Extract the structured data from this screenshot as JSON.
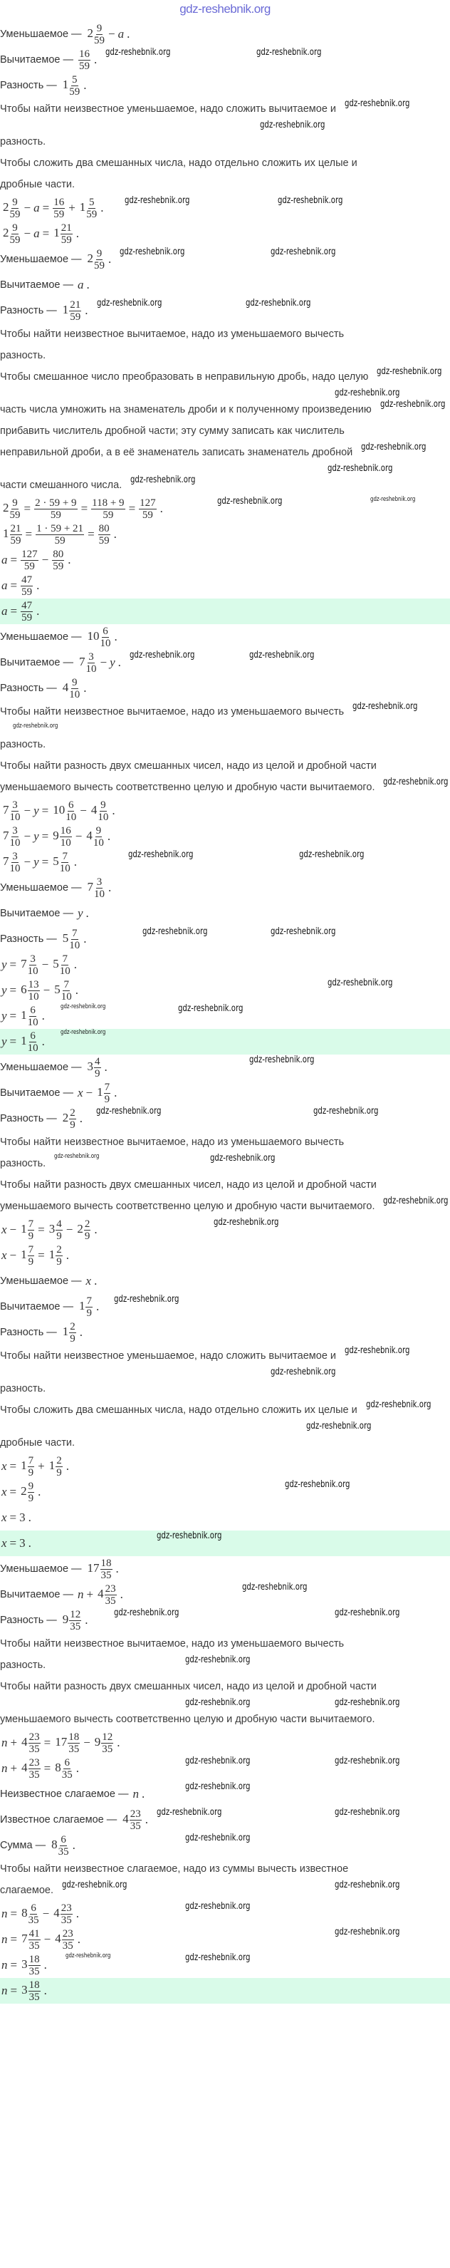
{
  "header": {
    "logo": "gdz-reshebnik.org"
  },
  "watermark": "gdz-reshebnik.org",
  "doc": {
    "lines": [
      {
        "k": "math",
        "label": "Уменьшаемое —",
        "m": [
          [
            2,
            9,
            59
          ],
          "−",
          "a",
          "."
        ]
      },
      {
        "k": "math",
        "label": "Вычитаемое —",
        "m": [
          [
            "",
            16,
            59
          ],
          "."
        ]
      },
      {
        "k": "math",
        "label": "Разность —",
        "m": [
          [
            1,
            5,
            59
          ],
          "."
        ]
      },
      {
        "k": "prose",
        "t": "Чтобы найти неизвестное уменьшаемое, надо сложить вычитаемое и"
      },
      {
        "k": "prose",
        "t": "разность."
      },
      {
        "k": "prose",
        "t": "Чтобы сложить два смешанных числа, надо отдельно сложить их целые и"
      },
      {
        "k": "prose",
        "t": "дробные части."
      },
      {
        "k": "math",
        "m": [
          [
            2,
            9,
            59
          ],
          "−",
          "a",
          "=",
          [
            "",
            16,
            59
          ],
          "+",
          [
            1,
            5,
            59
          ],
          "."
        ]
      },
      {
        "k": "math",
        "m": [
          [
            2,
            9,
            59
          ],
          "−",
          "a",
          "=",
          [
            1,
            21,
            59
          ],
          "."
        ]
      },
      {
        "k": "math",
        "label": "Уменьшаемое —",
        "m": [
          [
            2,
            9,
            59
          ],
          "."
        ]
      },
      {
        "k": "math",
        "label": "Вычитаемое —",
        "m": [
          "a",
          "."
        ]
      },
      {
        "k": "math",
        "label": "Разность —",
        "m": [
          [
            1,
            21,
            59
          ],
          "."
        ]
      },
      {
        "k": "prose",
        "t": "Чтобы найти неизвестное вычитаемое, надо из уменьшаемого вычесть"
      },
      {
        "k": "prose",
        "t": "разность."
      },
      {
        "k": "prose",
        "t": "Чтобы смешанное число преобразовать в неправильную дробь, надо целую"
      },
      {
        "k": "prose",
        "t": "часть числа умножить на знаменатель дроби и к полученному произведению"
      },
      {
        "k": "prose",
        "t": "прибавить числитель дробной части; эту сумму записать как числитель"
      },
      {
        "k": "prose",
        "t": "неправильной дроби, а в её знаменатель записать знаменатель дробной"
      },
      {
        "k": "prose",
        "t": "части смешанного числа."
      },
      {
        "k": "math",
        "m": [
          [
            2,
            9,
            59
          ],
          "=",
          [
            "",
            "2 · 59 + 9",
            "59"
          ],
          "=",
          [
            "",
            "118 + 9",
            "59"
          ],
          "=",
          [
            "",
            127,
            59
          ],
          "."
        ]
      },
      {
        "k": "math",
        "m": [
          [
            1,
            21,
            59
          ],
          "=",
          [
            "",
            "1 · 59 + 21",
            "59"
          ],
          "=",
          [
            "",
            80,
            59
          ],
          "."
        ]
      },
      {
        "k": "math",
        "m": [
          "a",
          "=",
          [
            "",
            127,
            59
          ],
          "−",
          [
            "",
            80,
            59
          ],
          "."
        ]
      },
      {
        "k": "math",
        "m": [
          "a",
          "=",
          [
            "",
            47,
            59
          ],
          "."
        ]
      },
      {
        "k": "math",
        "hl": true,
        "m": [
          "a",
          "=",
          [
            "",
            47,
            59
          ],
          "."
        ]
      },
      {
        "k": "math",
        "label": "Уменьшаемое —",
        "m": [
          [
            10,
            6,
            10
          ],
          "."
        ]
      },
      {
        "k": "math",
        "label": "Вычитаемое —",
        "m": [
          [
            7,
            3,
            10
          ],
          "−",
          "y",
          "."
        ]
      },
      {
        "k": "math",
        "label": "Разность —",
        "m": [
          [
            4,
            9,
            10
          ],
          "."
        ]
      },
      {
        "k": "prose",
        "t": "Чтобы найти неизвестное вычитаемое, надо из уменьшаемого вычесть"
      },
      {
        "k": "prose",
        "t": "разность."
      },
      {
        "k": "prose",
        "t": "Чтобы найти разность двух смешанных чисел, надо из целой и дробной части"
      },
      {
        "k": "prose",
        "t": "уменьшаемого вычесть соответственно целую и дробную части вычитаемого."
      },
      {
        "k": "math",
        "m": [
          [
            7,
            3,
            10
          ],
          "−",
          "y",
          "=",
          [
            10,
            6,
            10
          ],
          "−",
          [
            4,
            9,
            10
          ],
          "."
        ]
      },
      {
        "k": "math",
        "m": [
          [
            7,
            3,
            10
          ],
          "−",
          "y",
          "=",
          [
            9,
            16,
            10
          ],
          "−",
          [
            4,
            9,
            10
          ],
          "."
        ]
      },
      {
        "k": "math",
        "m": [
          [
            7,
            3,
            10
          ],
          "−",
          "y",
          "=",
          [
            5,
            7,
            10
          ],
          "."
        ]
      },
      {
        "k": "math",
        "label": "Уменьшаемое —",
        "m": [
          [
            7,
            3,
            10
          ],
          "."
        ]
      },
      {
        "k": "math",
        "label": "Вычитаемое —",
        "m": [
          "y",
          "."
        ]
      },
      {
        "k": "math",
        "label": "Разность —",
        "m": [
          [
            5,
            7,
            10
          ],
          "."
        ]
      },
      {
        "k": "math",
        "m": [
          "y",
          "=",
          [
            7,
            3,
            10
          ],
          "−",
          [
            5,
            7,
            10
          ],
          "."
        ]
      },
      {
        "k": "math",
        "m": [
          "y",
          "=",
          [
            6,
            13,
            10
          ],
          "−",
          [
            5,
            7,
            10
          ],
          "."
        ]
      },
      {
        "k": "math",
        "m": [
          "y",
          "=",
          [
            1,
            6,
            10
          ],
          "."
        ]
      },
      {
        "k": "math",
        "hl": true,
        "m": [
          "y",
          "=",
          [
            1,
            6,
            10
          ],
          "."
        ]
      },
      {
        "k": "math",
        "label": "Уменьшаемое —",
        "m": [
          [
            3,
            4,
            9
          ],
          "."
        ]
      },
      {
        "k": "math",
        "label": "Вычитаемое —",
        "m": [
          "x",
          "−",
          [
            1,
            7,
            9
          ],
          "."
        ]
      },
      {
        "k": "math",
        "label": "Разность —",
        "m": [
          [
            2,
            2,
            9
          ],
          "."
        ]
      },
      {
        "k": "prose",
        "t": "Чтобы найти неизвестное вычитаемое, надо из уменьшаемого вычесть"
      },
      {
        "k": "prose",
        "t": "разность."
      },
      {
        "k": "prose",
        "t": "Чтобы найти разность двух смешанных чисел, надо из целой и дробной части"
      },
      {
        "k": "prose",
        "t": "уменьшаемого вычесть соответственно целую и дробную части вычитаемого."
      },
      {
        "k": "math",
        "m": [
          "x",
          "−",
          [
            1,
            7,
            9
          ],
          "=",
          [
            3,
            4,
            9
          ],
          "−",
          [
            2,
            2,
            9
          ],
          "."
        ]
      },
      {
        "k": "math",
        "m": [
          "x",
          "−",
          [
            1,
            7,
            9
          ],
          "=",
          [
            1,
            2,
            9
          ],
          "."
        ]
      },
      {
        "k": "math",
        "label": "Уменьшаемое —",
        "m": [
          "x",
          "."
        ]
      },
      {
        "k": "math",
        "label": "Вычитаемое —",
        "m": [
          [
            1,
            7,
            9
          ],
          "."
        ]
      },
      {
        "k": "math",
        "label": "Разность —",
        "m": [
          [
            1,
            2,
            9
          ],
          "."
        ]
      },
      {
        "k": "prose",
        "t": "Чтобы найти неизвестное уменьшаемое, надо сложить вычитаемое и"
      },
      {
        "k": "prose",
        "t": "разность."
      },
      {
        "k": "prose",
        "t": "Чтобы сложить два смешанных числа, надо отдельно сложить их целые и"
      },
      {
        "k": "prose",
        "t": "дробные части."
      },
      {
        "k": "math",
        "m": [
          "x",
          "=",
          [
            1,
            7,
            9
          ],
          "+",
          [
            1,
            2,
            9
          ],
          "."
        ]
      },
      {
        "k": "math",
        "m": [
          "x",
          "=",
          [
            2,
            9,
            9
          ],
          "."
        ]
      },
      {
        "k": "math",
        "m": [
          "x",
          "=",
          "3",
          "."
        ]
      },
      {
        "k": "math",
        "hl": true,
        "m": [
          "x",
          "=",
          "3",
          "."
        ]
      },
      {
        "k": "math",
        "label": "Уменьшаемое —",
        "m": [
          [
            17,
            18,
            35
          ],
          "."
        ]
      },
      {
        "k": "math",
        "label": "Вычитаемое —",
        "m": [
          "n",
          "+",
          [
            4,
            23,
            35
          ],
          "."
        ]
      },
      {
        "k": "math",
        "label": "Разность —",
        "m": [
          [
            9,
            12,
            35
          ],
          "."
        ]
      },
      {
        "k": "prose",
        "t": "Чтобы найти неизвестное вычитаемое, надо из уменьшаемого вычесть"
      },
      {
        "k": "prose",
        "t": "разность."
      },
      {
        "k": "prose",
        "t": "Чтобы найти разность двух смешанных чисел, надо из целой и дробной части"
      },
      {
        "k": "prose",
        "t": "уменьшаемого вычесть соответственно целую и дробную части вычитаемого."
      },
      {
        "k": "math",
        "m": [
          "n",
          "+",
          [
            4,
            23,
            35
          ],
          "=",
          [
            17,
            18,
            35
          ],
          "−",
          [
            9,
            12,
            35
          ],
          "."
        ]
      },
      {
        "k": "math",
        "m": [
          "n",
          "+",
          [
            4,
            23,
            35
          ],
          "=",
          [
            8,
            6,
            35
          ],
          "."
        ]
      },
      {
        "k": "math",
        "label": "Неизвестное слагаемое —",
        "m": [
          "n",
          "."
        ]
      },
      {
        "k": "math",
        "label": "Известное слагаемое —",
        "m": [
          [
            4,
            23,
            35
          ],
          "."
        ]
      },
      {
        "k": "math",
        "label": "Сумма —",
        "m": [
          [
            8,
            6,
            35
          ],
          "."
        ]
      },
      {
        "k": "prose",
        "t": "Чтобы найти неизвестное слагаемое, надо из суммы вычесть известное"
      },
      {
        "k": "prose",
        "t": "слагаемое."
      },
      {
        "k": "math",
        "m": [
          "n",
          "=",
          [
            8,
            6,
            35
          ],
          "−",
          [
            4,
            23,
            35
          ],
          "."
        ]
      },
      {
        "k": "math",
        "m": [
          "n",
          "=",
          [
            7,
            41,
            35
          ],
          "−",
          [
            4,
            23,
            35
          ],
          "."
        ]
      },
      {
        "k": "math",
        "m": [
          "n",
          "=",
          [
            3,
            18,
            35
          ],
          "."
        ]
      },
      {
        "k": "math",
        "hl": true,
        "m": [
          "n",
          "=",
          [
            3,
            18,
            35
          ],
          "."
        ]
      }
    ]
  }
}
